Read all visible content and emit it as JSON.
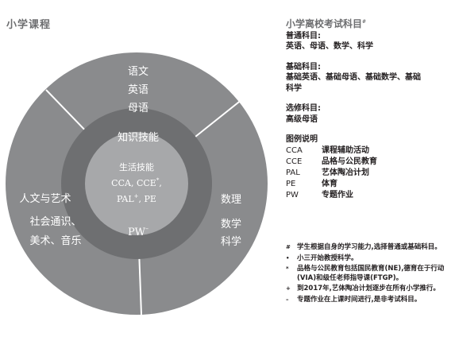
{
  "page_title": "小学课程",
  "diagram": {
    "outer_left": [
      "人文与艺术",
      "社会通识、",
      "美术、音乐"
    ],
    "outer_top": [
      "语文",
      "英语",
      "母语"
    ],
    "outer_right_top": "数理",
    "outer_right_bottom": [
      "数学",
      "科学"
    ],
    "middle_top": "知识技能",
    "middle_bottom": "PW",
    "middle_bottom_mark": "–",
    "core": [
      "生活技能",
      "CCA, CCE",
      "PAL",
      ", PE"
    ],
    "core_mark_1": "*",
    "core_mark_2": "+",
    "colors": {
      "outer": "#8a8b8d",
      "middle": "#6e6f71",
      "core": "#a7a8aa"
    }
  },
  "right": {
    "title": "小学离校考试科目",
    "title_mark": "#",
    "standard_head": "普通科目:",
    "standard_body": "英语、母语、数学、科学",
    "foundation_head": "基础科目:",
    "foundation_body": "基础英语、基础母语、基础数学、基础科学",
    "elective_head": "选修科目:",
    "elective_body": "高级母语",
    "legend_head": "图例说明",
    "legend": [
      {
        "abbr": "CCA",
        "desc": "课程辅助活动"
      },
      {
        "abbr": "CCE",
        "desc": "品格与公民教育"
      },
      {
        "abbr": "PAL",
        "desc": "艺体陶冶计划"
      },
      {
        "abbr": "PE",
        "desc": "体育"
      },
      {
        "abbr": "PW",
        "desc": "专题作业"
      }
    ],
    "notes": [
      {
        "mark": "#",
        "text": "学生根据自身的学习能力,选择普通或基础科目。"
      },
      {
        "mark": "•",
        "text": "小三开始教授科学。"
      },
      {
        "mark": "*",
        "text": "品格与公民教育包括国民教育(NE),德育在于行动(VIA)和级任老师指导课(FTGP)。"
      },
      {
        "mark": "+",
        "text": "到2017年,艺体陶冶计划逐步在所有小学推行。"
      },
      {
        "mark": "–",
        "text": "专题作业在上课时间进行,是非考试科目。"
      }
    ]
  }
}
